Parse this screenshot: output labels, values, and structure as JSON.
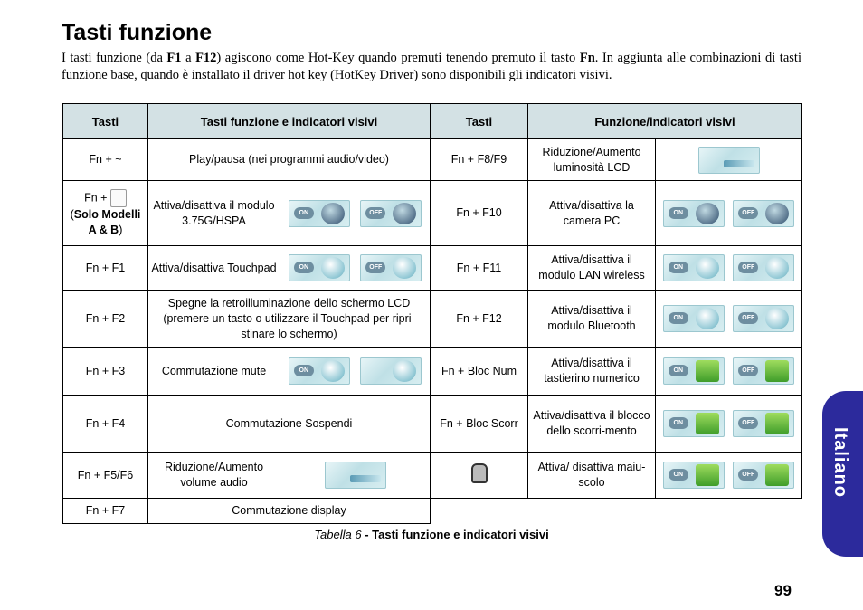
{
  "page": {
    "title": "Tasti funzione",
    "intro": {
      "p1": "I tasti funzione (da ",
      "k1": "F1",
      "p2": " a ",
      "k2": "F12",
      "p3": ") agiscono come Hot-Key quando premuti tenendo premuto il tasto ",
      "k3": "Fn",
      "p4": ". In aggiunta alle combinazioni di tasti funzione base, quando è installato il driver hot key (HotKey Driver) sono disponibili gli indicatori visivi."
    },
    "page_number": "99",
    "side_tab": "Italiano"
  },
  "table": {
    "headers": [
      "Tasti",
      "Tasti funzione e indicatori visivi",
      "Tasti",
      "Funzione/indicatori visivi"
    ],
    "left": [
      {
        "key": "Fn + ~",
        "desc": "Play/pausa (nei programmi audio/video)"
      },
      {
        "key_prefix": "Fn + ",
        "key_note": "Solo Modelli A & B",
        "desc": "Attiva/disattiva il modulo 3.75G/HSPA"
      },
      {
        "key": "Fn + F1",
        "desc": "Attiva/disattiva Touchpad"
      },
      {
        "key": "Fn + F2",
        "desc": "Spegne la retroilluminazione dello schermo LCD (premere un tasto o utilizzare il Touchpad per ripri-stinare lo schermo)"
      },
      {
        "key": "Fn + F3",
        "desc": "Commutazione mute"
      },
      {
        "key": "Fn + F4",
        "desc": "Commutazione Sospendi"
      },
      {
        "key": "Fn + F5/F6",
        "desc": "Riduzione/Aumento volume audio"
      },
      {
        "key": "Fn + F7",
        "desc": "Commutazione display"
      }
    ],
    "right": [
      {
        "key": "Fn + F8/F9",
        "desc": "Riduzione/Aumento luminosità LCD"
      },
      {
        "key": "Fn + F10",
        "desc": "Attiva/disattiva la camera PC"
      },
      {
        "key": "Fn + F11",
        "desc": "Attiva/disattiva il modulo LAN wireless"
      },
      {
        "key": "Fn + F12",
        "desc": "Attiva/disattiva il modulo Bluetooth"
      },
      {
        "key": "Fn + Bloc Num",
        "desc": "Attiva/disattiva il tastierino numerico"
      },
      {
        "key": "Fn + Bloc Scorr",
        "desc": "Attiva/disattiva il blocco dello scorri-mento"
      },
      {
        "key": "",
        "desc": "Attiva/ disattiva maiu-scolo"
      }
    ],
    "indicator_labels": {
      "on": "ON",
      "off": "OFF"
    }
  },
  "caption": {
    "italic": "Tabella 6",
    "bold": " - Tasti funzione e indicatori visivi"
  },
  "colors": {
    "header_bg": "#d3e1e4",
    "side_tab_bg": "#2c2a9c"
  },
  "icons": [
    "brightness-indicator-icon",
    "hspa-indicator-icon",
    "touchpad-indicator-icon",
    "camera-indicator-icon",
    "wlan-indicator-icon",
    "bluetooth-indicator-icon",
    "mute-indicator-icon",
    "numlock-indicator-icon",
    "scrolllock-indicator-icon",
    "volume-indicator-icon",
    "capslock-indicator-icon",
    "caps-lock-key-icon",
    "key-icon"
  ]
}
